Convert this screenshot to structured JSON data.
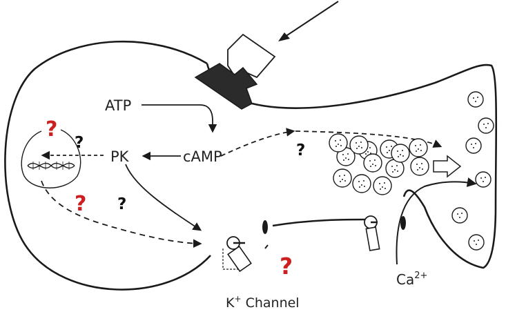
{
  "labels": {
    "atp": "ATP",
    "pk": "PK",
    "camp": "cAMP",
    "k_channel": "K",
    "k_channel_sup": "+",
    "k_channel_word": " Channel",
    "ca": "Ca",
    "ca_sup": "2+"
  },
  "questions": {
    "q_nucleus_top": "?",
    "q_nucleus_side": "?",
    "q_camp_vesicles": "?",
    "q_nucleus_bottom": "?",
    "q_pk_path": "?",
    "q_channel": "?"
  },
  "colors": {
    "line": "#1a1a1a",
    "question_red": "#cc2020",
    "question_black": "#111111",
    "receptor_fill": "#2b2b2b"
  }
}
